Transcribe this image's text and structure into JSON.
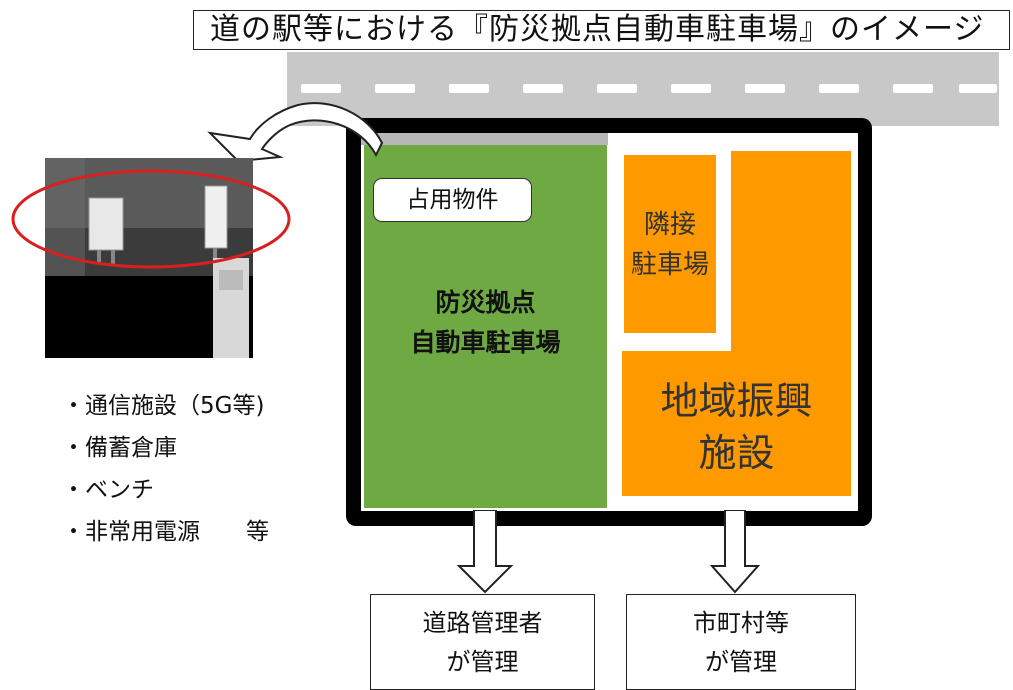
{
  "title": "道の駅等における『防災拠点自動車駐車場』のイメージ",
  "occupied_tag": "占用物件",
  "parking_area": {
    "line1": "防災拠点",
    "line2": "自動車駐車場"
  },
  "adjacent_parking": {
    "line1": "隣接",
    "line2": "駐車場"
  },
  "regional_facility": {
    "line1": "地域振興",
    "line2": "施設"
  },
  "occupancy_items": [
    "・通信施設（5G等)",
    "・備蓄倉庫",
    "・ベンチ",
    "・非常用電源　　等"
  ],
  "managers": {
    "road": {
      "line1": "道路管理者",
      "line2": "が管理"
    },
    "municipality": {
      "line1": "市町村等",
      "line2": "が管理"
    }
  },
  "colors": {
    "parking_green": "#6ea944",
    "facility_orange": "#ff9900",
    "road_gray": "#c8c8c8",
    "highlight_red": "#d92020"
  }
}
